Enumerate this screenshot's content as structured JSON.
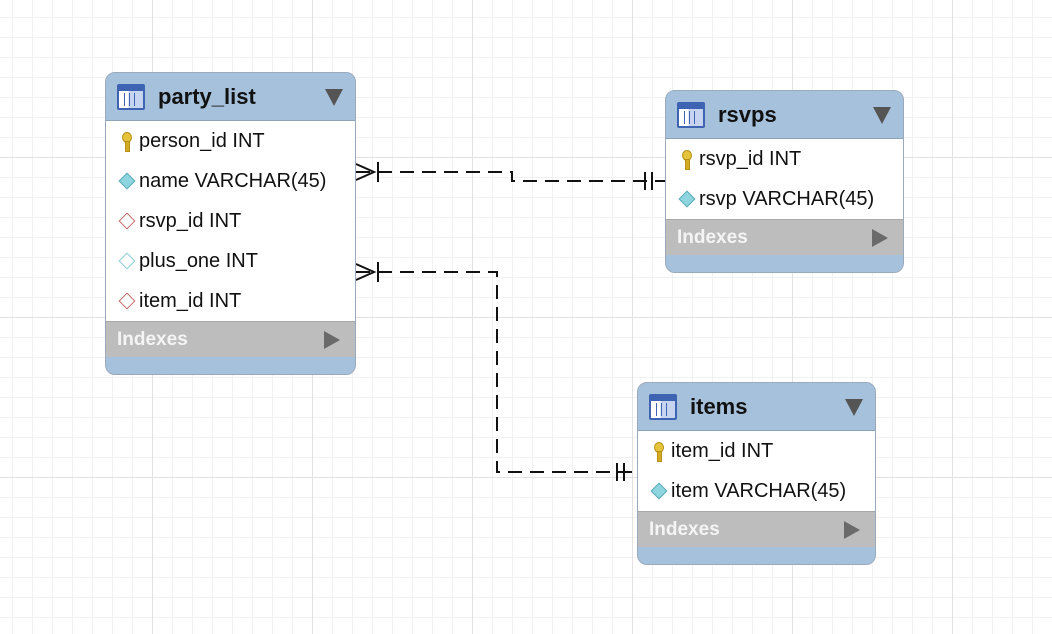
{
  "tables": {
    "party_list": {
      "name": "party_list",
      "columns": [
        {
          "label": "person_id INT",
          "icon": "primary-key-icon"
        },
        {
          "label": "name VARCHAR(45)",
          "icon": "column-diamond-filled-icon"
        },
        {
          "label": "rsvp_id INT",
          "icon": "foreign-key-diamond-icon"
        },
        {
          "label": "plus_one INT",
          "icon": "column-diamond-outline-icon"
        },
        {
          "label": "item_id INT",
          "icon": "foreign-key-diamond-icon"
        }
      ],
      "indexes_label": "Indexes"
    },
    "rsvps": {
      "name": "rsvps",
      "columns": [
        {
          "label": "rsvp_id INT",
          "icon": "primary-key-icon"
        },
        {
          "label": "rsvp VARCHAR(45)",
          "icon": "column-diamond-filled-icon"
        }
      ],
      "indexes_label": "Indexes"
    },
    "items": {
      "name": "items",
      "columns": [
        {
          "label": "item_id INT",
          "icon": "primary-key-icon"
        },
        {
          "label": "item VARCHAR(45)",
          "icon": "column-diamond-filled-icon"
        }
      ],
      "indexes_label": "Indexes"
    }
  },
  "relationships": [
    {
      "from": "party_list.rsvp_id",
      "to": "rsvps.rsvp_id",
      "from_end": "many",
      "to_end": "one"
    },
    {
      "from": "party_list.item_id",
      "to": "items.item_id",
      "from_end": "many",
      "to_end": "one"
    }
  ],
  "colors": {
    "header": "#a6c1dc",
    "indexes_bar": "#bdbdbd",
    "connector": "#111111"
  }
}
